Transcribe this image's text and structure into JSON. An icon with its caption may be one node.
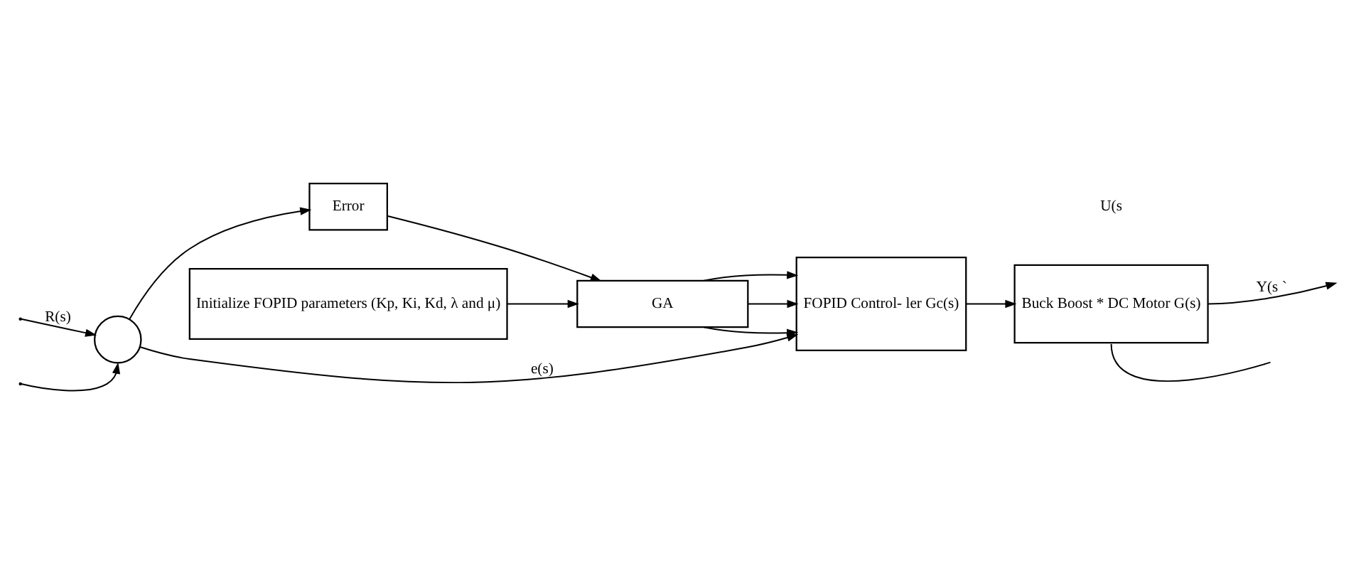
{
  "diagram": {
    "nodes": [
      {
        "text": [
          "Initialize FOPID parameters (Kp, Ki, Kd, λ and μ)"
        ]
      },
      {
        "text": [
          "Error"
        ]
      },
      {
        "text": [
          "GA"
        ]
      },
      {
        "text": [],
        "shape": "circle"
      },
      {
        "text": [
          "FOPID Control- ler Gc(s)"
        ]
      },
      {
        "text": [
          "Buck Boost * DC Motor G(s)"
        ]
      }
    ],
    "edges": [
      {
        "from": 0,
        "to": 2,
        "arrow": "to"
      },
      {
        "from": 1,
        "to": 2,
        "arrow": "to"
      },
      {
        "from": 2,
        "to": 4,
        "arrow": "to"
      },
      {
        "from": 2,
        "to": 4,
        "arrow": "to"
      },
      {
        "from": 2,
        "to": 4,
        "arrow": "to"
      },
      {
        "from": null,
        "to": 3,
        "arrow": "to"
      },
      {
        "from": 3,
        "to": 1,
        "arrow": "to"
      },
      {
        "from": 3,
        "to": 4,
        "arrow": "to",
        "label": "e(s)"
      },
      {
        "from": null,
        "to": 3,
        "arrow": "to",
        "label": "R(s)"
      },
      {
        "from": 4,
        "to": 5,
        "arrow": "to"
      },
      {
        "from": 5,
        "to": null,
        "arrow": "none"
      },
      {
        "from": 5,
        "to": null,
        "arrow": "to",
        "label": "Y(s `"
      }
    ],
    "labels": [
      "U(s"
    ]
  }
}
